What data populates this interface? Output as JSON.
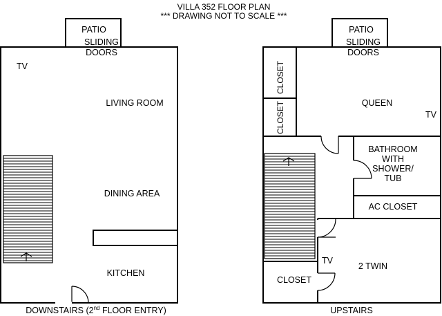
{
  "header": {
    "title": "VILLA 352 FLOOR PLAN",
    "note": "*** DRAWING NOT TO SCALE ***"
  },
  "downstairs": {
    "caption": "DOWNSTAIRS (2nd FLOOR ENTRY)",
    "caption_pre": "DOWNSTAIRS (2",
    "caption_sup": "nd",
    "caption_post": " FLOOR ENTRY)",
    "patio": "PATIO",
    "sliding": "SLIDING",
    "doors": "DOORS",
    "tv": "TV",
    "living_room": "LIVING ROOM",
    "dining_area": "DINING AREA",
    "kitchen": "KITCHEN"
  },
  "upstairs": {
    "caption": "UPSTAIRS",
    "patio": "PATIO",
    "sliding": "SLIDING",
    "doors": "DOORS",
    "closet_1": "CLOSET",
    "closet_2": "CLOSET",
    "queen": "QUEEN",
    "tv_queen": "TV",
    "bath_1": "BATHROOM",
    "bath_2": "WITH",
    "bath_3": "SHOWER/",
    "bath_4": "TUB",
    "ac_closet": "AC CLOSET",
    "tv_twin": "TV",
    "two_twin": "2 TWIN",
    "closet_3": "CLOSET"
  }
}
